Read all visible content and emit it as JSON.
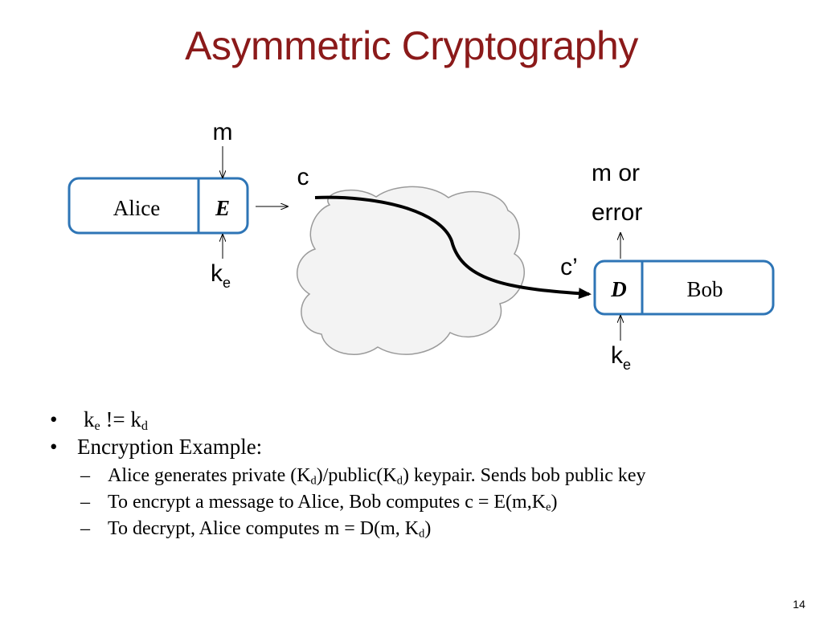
{
  "slide": {
    "title": "Asymmetric Cryptography",
    "page_number": "14"
  },
  "diagram": {
    "alice": {
      "name": "Alice",
      "op": "E",
      "input": "m",
      "key": "k",
      "key_sub": "e",
      "output": "c"
    },
    "bob": {
      "name": "Bob",
      "op": "D",
      "input": "c’",
      "key": "k",
      "key_sub": "e",
      "output_line1": "m or",
      "output_line2": "error"
    }
  },
  "bullets": {
    "b1": {
      "k1": "k",
      "k1_sub": "e",
      "op": " != ",
      "k2": "k",
      "k2_sub": "d"
    },
    "b2": {
      "text": "Encryption Example:"
    },
    "s1": {
      "pre": "Alice generates private (K",
      "sub1": "d",
      "mid": ")/public(K",
      "sub2": "d",
      "post": ") keypair. Sends bob public key"
    },
    "s2": {
      "pre": "To encrypt a message to Alice, Bob computes c = E(m,K",
      "sub": "e",
      "post": ")"
    },
    "s3": {
      "pre": "To decrypt, Alice computes m = D(m, K",
      "sub": "d",
      "post": ")"
    },
    "bullet_glyph": "•",
    "dash_glyph": "–"
  }
}
